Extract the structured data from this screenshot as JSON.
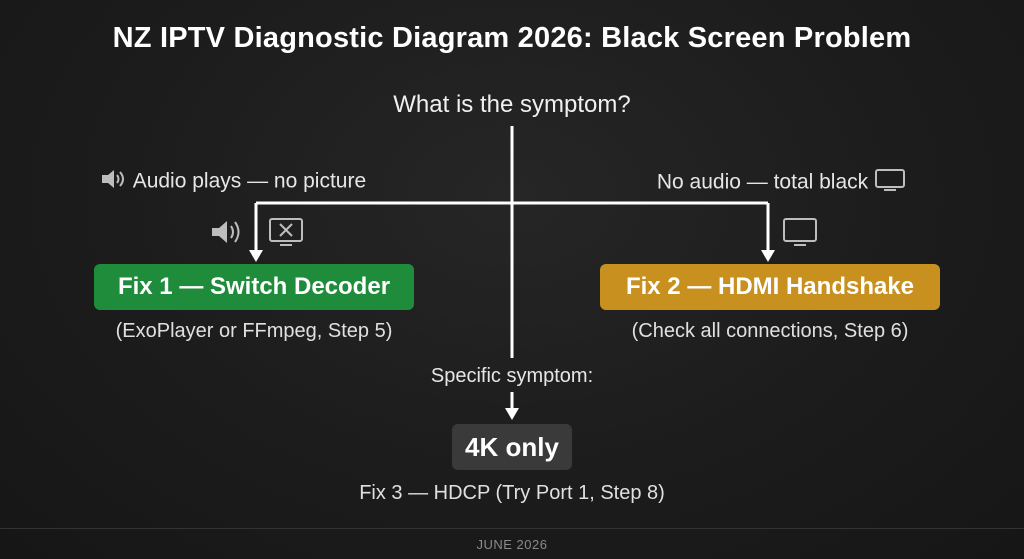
{
  "title": "NZ IPTV Diagnostic Diagram 2026: Black Screen Problem",
  "question": "What is the symptom?",
  "branches": {
    "left": {
      "label": "Audio plays — no picture",
      "icons": [
        "speaker-icon",
        "tv-crossed-icon"
      ]
    },
    "right": {
      "label": "No audio — total black",
      "icons": [
        "tv-icon"
      ]
    }
  },
  "fixes": {
    "fix1": {
      "title": "Fix 1 — Switch Decoder",
      "detail": "(ExoPlayer or FFmpeg, Step 5)",
      "color": "#1f8c3b"
    },
    "fix2": {
      "title": "Fix 2 — HDMI Handshake",
      "detail": "(Check all connections, Step 6)",
      "color": "#c8901e"
    },
    "fix3": {
      "box": "4K only",
      "detail": "Fix 3 — HDCP (Try Port 1, Step 8)",
      "color": "#3a3a3a"
    }
  },
  "specific_label": "Specific symptom:",
  "footer": "JUNE 2026",
  "colors": {
    "line": "#ffffff",
    "background": "#1c1c1c"
  }
}
